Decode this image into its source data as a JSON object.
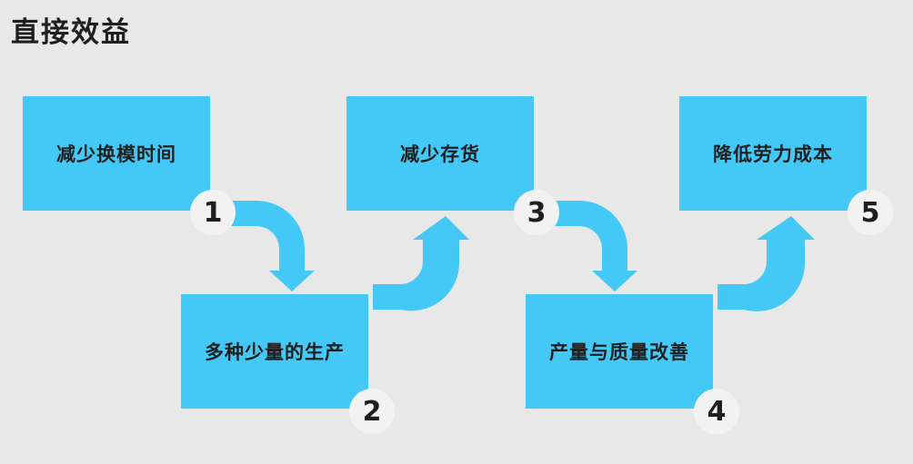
{
  "title": "直接效益",
  "colors": {
    "background": "#e8e8e8",
    "box_fill": "#44c8f5",
    "arrow_fill": "#44c8f5",
    "badge_fill": "#f2f2f2",
    "text": "#1f1f1f"
  },
  "steps": [
    {
      "number": "1",
      "label": "减少换模时间"
    },
    {
      "number": "2",
      "label": "多种少量的生产"
    },
    {
      "number": "3",
      "label": "减少存货"
    },
    {
      "number": "4",
      "label": "产量与质量改善"
    },
    {
      "number": "5",
      "label": "降低劳力成本"
    }
  ],
  "connectors": [
    {
      "from": "1",
      "to": "2",
      "direction": "down"
    },
    {
      "from": "2",
      "to": "3",
      "direction": "up"
    },
    {
      "from": "3",
      "to": "4",
      "direction": "down"
    },
    {
      "from": "4",
      "to": "5",
      "direction": "up"
    }
  ]
}
